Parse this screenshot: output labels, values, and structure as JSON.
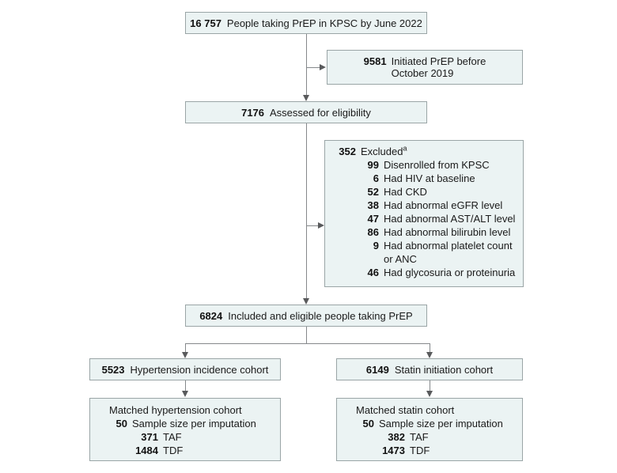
{
  "figure": {
    "type": "flowchart",
    "description_visible": false
  },
  "colors": {
    "box_fill": "#EBF3F3",
    "box_border": "#9AA5A6",
    "connector_line": "#85888B",
    "arrowhead": "#595A5C",
    "text": "#1A1A1A"
  },
  "boxes": {
    "top": {
      "num": "16 757",
      "label": "People taking PrEP in KPSC by June 2022"
    },
    "initiated": {
      "num": "9581",
      "label": "Initiated PrEP before\nOctober 2019"
    },
    "assessed": {
      "num": "7176",
      "label": "Assessed for eligibility"
    },
    "excluded": {
      "num": "352",
      "label": "Excluded",
      "footnote_sup": "a",
      "items": [
        {
          "num": "99",
          "label": "Disenrolled from KPSC"
        },
        {
          "num": "6",
          "label": "Had HIV at baseline"
        },
        {
          "num": "52",
          "label": "Had CKD"
        },
        {
          "num": "38",
          "label": "Had abnormal eGFR level"
        },
        {
          "num": "47",
          "label": "Had abnormal AST/ALT level"
        },
        {
          "num": "86",
          "label": "Had abnormal bilirubin level"
        },
        {
          "num": "9",
          "label": "Had abnormal platelet count\nor ANC"
        },
        {
          "num": "46",
          "label": "Had glycosuria or proteinuria"
        }
      ]
    },
    "included": {
      "num": "6824",
      "label": "Included and eligible people taking PrEP"
    },
    "htn_cohort": {
      "num": "5523",
      "label": "Hypertension incidence cohort"
    },
    "statin_cohort": {
      "num": "6149",
      "label": "Statin initiation cohort"
    },
    "matched_htn": {
      "title": "Matched hypertension cohort",
      "items": [
        {
          "num": "50",
          "label": "Sample size per imputation"
        },
        {
          "num": "371",
          "label": "TAF"
        },
        {
          "num": "1484",
          "label": "TDF"
        }
      ]
    },
    "matched_statin": {
      "title": "Matched statin cohort",
      "items": [
        {
          "num": "50",
          "label": "Sample size per imputation"
        },
        {
          "num": "382",
          "label": "TAF"
        },
        {
          "num": "1473",
          "label": "TDF"
        }
      ]
    }
  }
}
